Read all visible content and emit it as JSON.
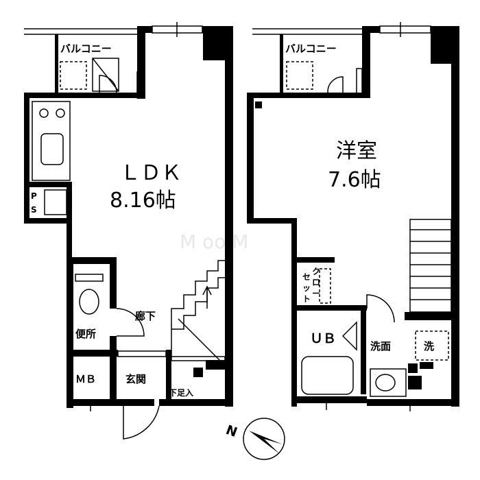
{
  "floor1": {
    "balcony": "バルコニー",
    "ldk_name": "ＬＤＫ",
    "ldk_size": "8.16帖",
    "ps": [
      "P",
      "S"
    ],
    "toilet": "便所",
    "hallway": "廊下",
    "mb": "ＭＢ",
    "entrance": "玄関",
    "shoe_storage": "下足入"
  },
  "floor2": {
    "balcony": "バルコニー",
    "room_name": "洋室",
    "room_size": "7.6帖",
    "closet_col1": [
      "セ",
      "ッ",
      "ト"
    ],
    "closet_col2": [
      "ク",
      "ロ",
      "ー"
    ],
    "unit_bath": "ＵＢ",
    "washroom": "洗面",
    "washer": "洗"
  },
  "compass": {
    "north": "N"
  },
  "watermark": "M  oo  M"
}
